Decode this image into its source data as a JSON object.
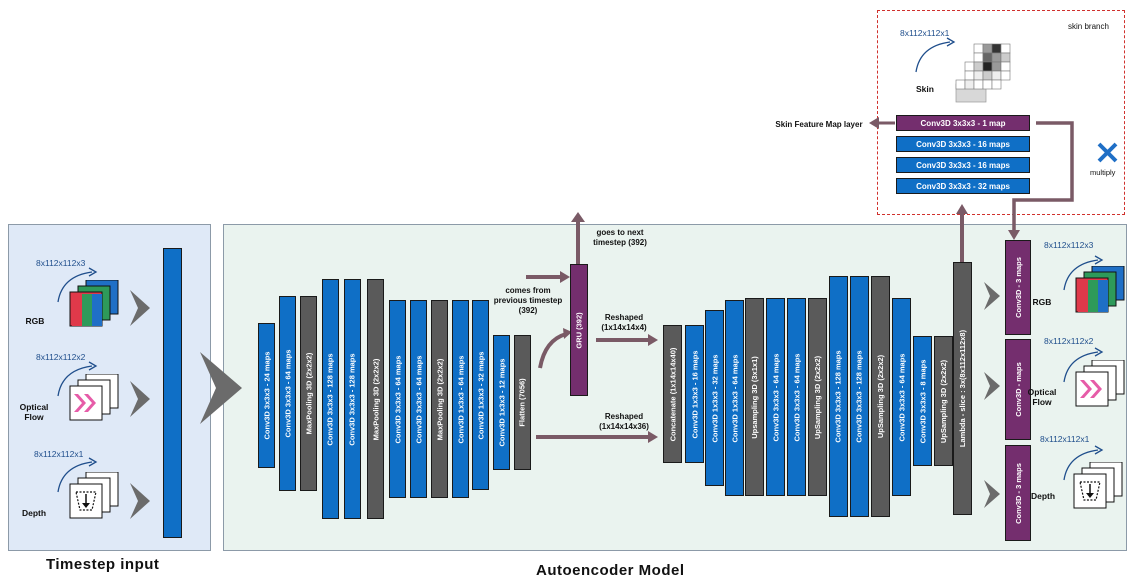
{
  "colors": {
    "conv": "#0f6fc6",
    "pool": "#5a5a5a",
    "special": "#742e6e",
    "arrow": "#7a5a66",
    "skin_border": "#d0312d",
    "multiply": "#1f6fc6"
  },
  "panels": {
    "timestep_title": "Timestep input",
    "autoencoder_title": "Autoencoder Model",
    "skin_title": "skin branch"
  },
  "inputs": [
    {
      "label": "RGB",
      "dims": "8x112x112x3"
    },
    {
      "label": "Optical Flow",
      "dims": "8x112x112x2"
    },
    {
      "label": "Depth",
      "dims": "8x112x112x1"
    }
  ],
  "encoder_layers": [
    {
      "label": "Conv3D 3x3x3 - 24 maps",
      "kind": "conv"
    },
    {
      "label": "Conv3D 3x3x3 - 64 maps",
      "kind": "conv"
    },
    {
      "label": "MaxPooling 3D (2x2x2)",
      "kind": "pool"
    },
    {
      "label": "Conv3D 3x3x3 - 128 maps",
      "kind": "conv"
    },
    {
      "label": "Conv3D 3x3x3 - 128 maps",
      "kind": "conv"
    },
    {
      "label": "MaxPooling 3D (2x2x2)",
      "kind": "pool"
    },
    {
      "label": "Conv3D 3x3x3 - 64 maps",
      "kind": "conv"
    },
    {
      "label": "Conv3D 3x3x3 - 64 maps",
      "kind": "conv"
    },
    {
      "label": "MaxPooling 3D (2x2x2)",
      "kind": "pool"
    },
    {
      "label": "Conv3D 1x3x3 - 64 maps",
      "kind": "conv"
    },
    {
      "label": "Conv3D 1x3x3 - 32 maps",
      "kind": "conv"
    },
    {
      "label": "Conv3D 1x3x3 - 12 maps",
      "kind": "conv"
    },
    {
      "label": "Flatten (7056)",
      "kind": "pool"
    }
  ],
  "gru": {
    "label": "GRU (392)"
  },
  "decoder_layers": [
    {
      "label": "Concatenate (1x14x14x40)",
      "kind": "pool"
    },
    {
      "label": "Conv3D 1x3x3 - 16 maps",
      "kind": "conv"
    },
    {
      "label": "Conv3D 1x3x3 - 32 maps",
      "kind": "conv"
    },
    {
      "label": "Conv3D 1x3x3 - 64 maps",
      "kind": "conv"
    },
    {
      "label": "Upsampling 3D (3x1x1)",
      "kind": "pool"
    },
    {
      "label": "Conv3D 3x3x3 - 64 maps",
      "kind": "conv"
    },
    {
      "label": "Conv3D 3x3x3 - 64 maps",
      "kind": "conv"
    },
    {
      "label": "UpSampling 3D (2x2x2)",
      "kind": "pool"
    },
    {
      "label": "Conv3D 3x3x3 - 128 maps",
      "kind": "conv"
    },
    {
      "label": "Conv3D 3x3x3 - 128 maps",
      "kind": "conv"
    },
    {
      "label": "UpSampling 3D (2x2x2)",
      "kind": "pool"
    },
    {
      "label": "Conv3D 3x3x3 - 64 maps",
      "kind": "conv"
    },
    {
      "label": "Conv3D 3x3x3 - 8 maps",
      "kind": "conv"
    },
    {
      "label": "UpSampling 3D (2x2x2)",
      "kind": "pool"
    },
    {
      "label": "Lambda - slice : 3x(8x112x112x8)",
      "kind": "pool"
    }
  ],
  "output_heads": [
    {
      "label": "Conv3D - 3 maps",
      "output": "RGB",
      "dims": "8x112x112x3"
    },
    {
      "label": "Conv3D - maps",
      "output": "Optical Flow",
      "dims": "8x112x112x2"
    },
    {
      "label": "Conv3D - 3 maps",
      "output": "Depth",
      "dims": "8x112x112x1"
    }
  ],
  "annotations": {
    "goes_to": "goes to next timestep (392)",
    "comes_from": "comes from previous timestep (392)",
    "reshaped_1": "Reshaped (1x14x14x4)",
    "reshaped_2": "Reshaped (1x14x14x36)",
    "skin_feature": "Skin Feature Map layer",
    "multiply": "multiply"
  },
  "skin": {
    "dims": "8x112x112x1",
    "label": "Skin",
    "layers": [
      "Conv3D 3x3x3 - 1 map",
      "Conv3D 3x3x3 - 16 maps",
      "Conv3D 3x3x3 - 16 maps",
      "Conv3D 3x3x3 - 32 maps"
    ]
  },
  "icons": [
    "rgb-frames-icon",
    "optical-flow-icon",
    "depth-icon",
    "skin-grid-icon",
    "multiply-icon",
    "chevron-arrow-icon"
  ]
}
